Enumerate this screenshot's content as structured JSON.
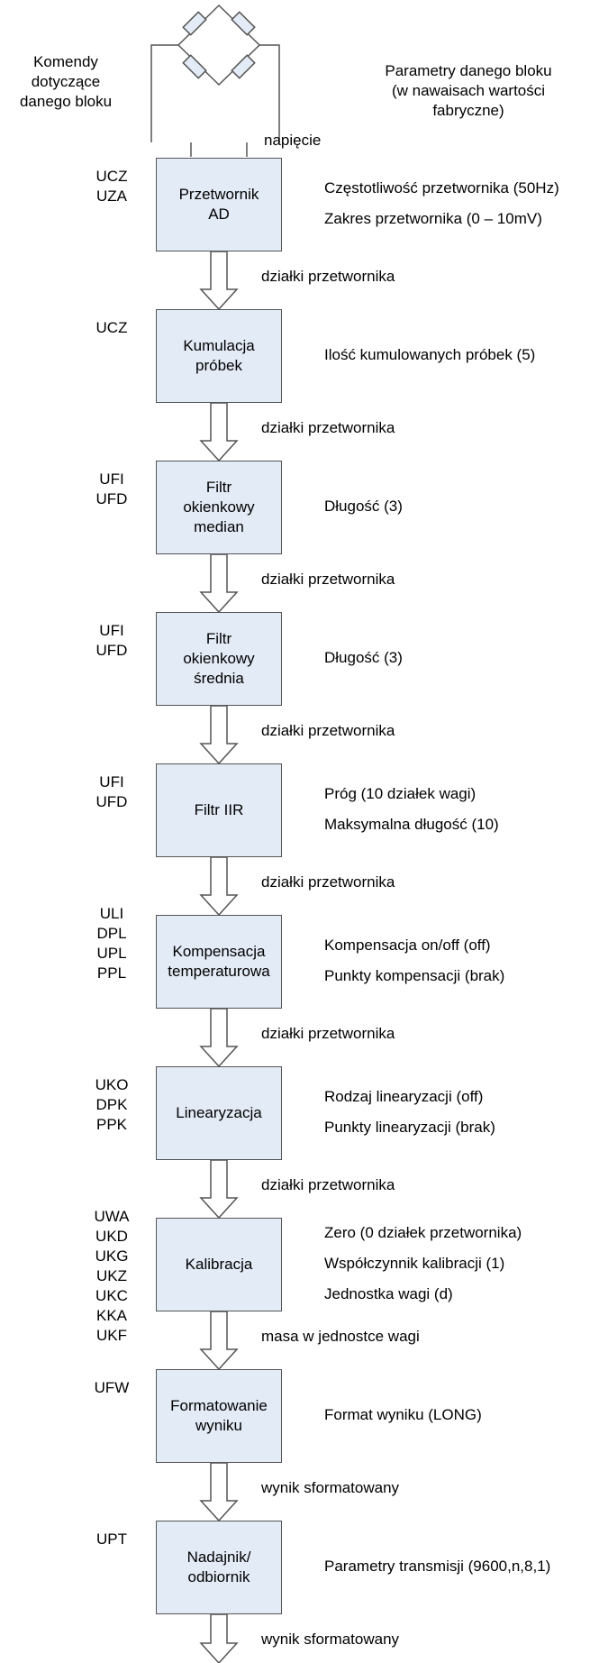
{
  "header": {
    "left_note": "Komendy\ndotyczące\ndanego bloku",
    "right_note": "Parametry danego bloku\n(w nawaisach wartości\nfabryczne)",
    "input_label": "napięcie"
  },
  "blocks": [
    {
      "name": "Przetwornik\nAD",
      "commands": "UCZ\nUZA",
      "params": [
        "Częstotliwość przetwornika (50Hz)",
        "Zakres przetwornika (0 – 10mV)"
      ],
      "output": "działki przetwornika"
    },
    {
      "name": "Kumulacja\npróbek",
      "commands": "UCZ",
      "params": [
        "Ilość kumulowanych próbek (5)"
      ],
      "output": "działki przetwornika"
    },
    {
      "name": "Filtr\nokienkowy\nmedian",
      "commands": "UFI\nUFD",
      "params": [
        "Długość (3)"
      ],
      "output": "działki przetwornika"
    },
    {
      "name": "Filtr\nokienkowy\nśrednia",
      "commands": "UFI\nUFD",
      "params": [
        "Długość (3)"
      ],
      "output": "działki przetwornika"
    },
    {
      "name": "Filtr IIR",
      "commands": "UFI\nUFD",
      "params": [
        "Próg (10 działek wagi)",
        "Maksymalna długość (10)"
      ],
      "output": "działki przetwornika"
    },
    {
      "name": "Kompensacja\ntemperaturowa",
      "commands": "ULI\nDPL\nUPL\nPPL",
      "params": [
        "Kompensacja on/off (off)",
        "Punkty kompensacji (brak)"
      ],
      "output": "działki przetwornika"
    },
    {
      "name": "Linearyzacja",
      "commands": "UKO\nDPK\nPPK",
      "params": [
        "Rodzaj linearyzacji (off)",
        "Punkty linearyzacji (brak)"
      ],
      "output": "działki przetwornika"
    },
    {
      "name": "Kalibracja",
      "commands": "UWA\nUKD\nUKG\nUKZ\nUKC\nKKA\nUKF",
      "params": [
        "Zero (0 działek przetwornika)",
        "Współczynnik kalibracji (1)",
        "Jednostka wagi (d)"
      ],
      "output": "masa w jednostce wagi"
    },
    {
      "name": "Formatowanie\nwyniku",
      "commands": "UFW",
      "params": [
        "Format wyniku (LONG)"
      ],
      "output": "wynik sformatowany"
    },
    {
      "name": "Nadajnik/\nodbiornik",
      "commands": "UPT",
      "params": [
        "Parametry transmisji (9600,n,8,1)"
      ],
      "output": "wynik sformatowany"
    }
  ],
  "colors": {
    "block_fill": "#e3ebf6",
    "block_stroke": "#555555",
    "line": "#555555"
  }
}
